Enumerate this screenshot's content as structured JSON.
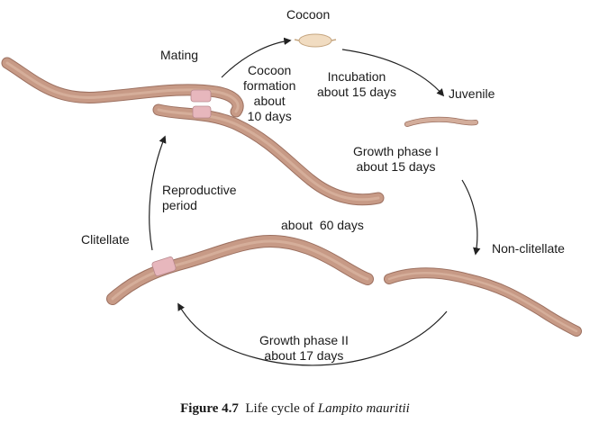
{
  "stages": {
    "cocoon": "Cocoon",
    "mating": "Mating",
    "juvenile": "Juvenile",
    "non_clitellate": "Non-clitellate",
    "clitellate": "Clitellate"
  },
  "transitions": {
    "cocoon_formation": [
      "Cocoon",
      "formation",
      "about",
      "10 days"
    ],
    "incubation": [
      "Incubation",
      "about 15 days"
    ],
    "growth_phase_1": [
      "Growth phase I",
      "about 15 days"
    ],
    "growth_phase_2": [
      "Growth phase II",
      "about 17 days"
    ],
    "reproductive_period": [
      "Reproductive",
      "period"
    ],
    "about_60_days": "about  60 days"
  },
  "caption": {
    "figure": "Figure 4.7",
    "text": "Life cycle of",
    "species": "Lampito mauritii"
  },
  "colors": {
    "worm_body": "#c79a86",
    "worm_dark": "#9c7060",
    "clitellum": "#e7b7bd",
    "cocoon": "#f1dcc1",
    "arrow": "#222222"
  }
}
